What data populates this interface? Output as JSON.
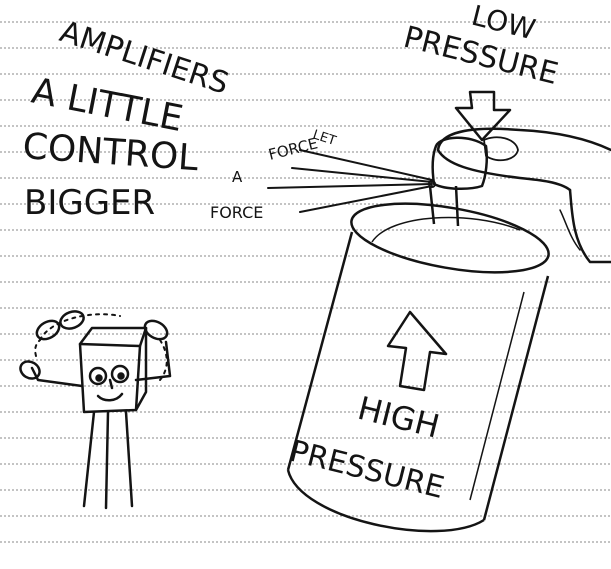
{
  "caption": {
    "line1": "AMPLIFIERS",
    "line2": "A LITTLE",
    "let_word": "LET",
    "force_word_1": "FORCE",
    "line3": "CONTROL",
    "a_word": "A",
    "line4": "BIGGER",
    "force_word_2": "FORCE"
  },
  "labels": {
    "low_line1": "LOW",
    "low_line2": "PRESSURE",
    "high_line1": "HIGH",
    "high_line2": "PRESSURE"
  },
  "icons": [
    "down-arrow-icon",
    "up-arrow-icon",
    "spray-can-icon",
    "finger-icon",
    "transistor-character-icon",
    "spray-lines-icon"
  ]
}
